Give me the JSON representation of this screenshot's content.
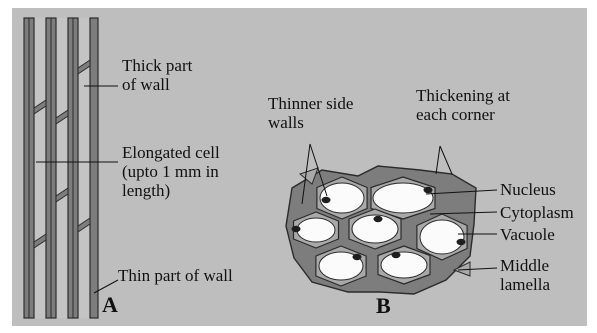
{
  "colors": {
    "panel": "#bebebe",
    "wall": "#7d7d7d",
    "outline": "#2b2b2b",
    "cell_fill": "#a9a9a9",
    "vacuole": "#fbfbfb",
    "nucleus": "#1e1e1e"
  },
  "figure_a": {
    "label": "A",
    "annotations": {
      "thick_wall": "Thick part\nof wall",
      "elongated_cell": "Elongated cell\n(upto 1 mm in\nlength)",
      "thin_wall": "Thin part of wall"
    }
  },
  "figure_b": {
    "label": "B",
    "annotations": {
      "thinner_side_walls": "Thinner side\nwalls",
      "thickening": "Thickening at\neach corner",
      "nucleus": "Nucleus",
      "cytoplasm": "Cytoplasm",
      "vacuole": "Vacuole",
      "middle_lamella": "Middle\nlamella"
    }
  }
}
